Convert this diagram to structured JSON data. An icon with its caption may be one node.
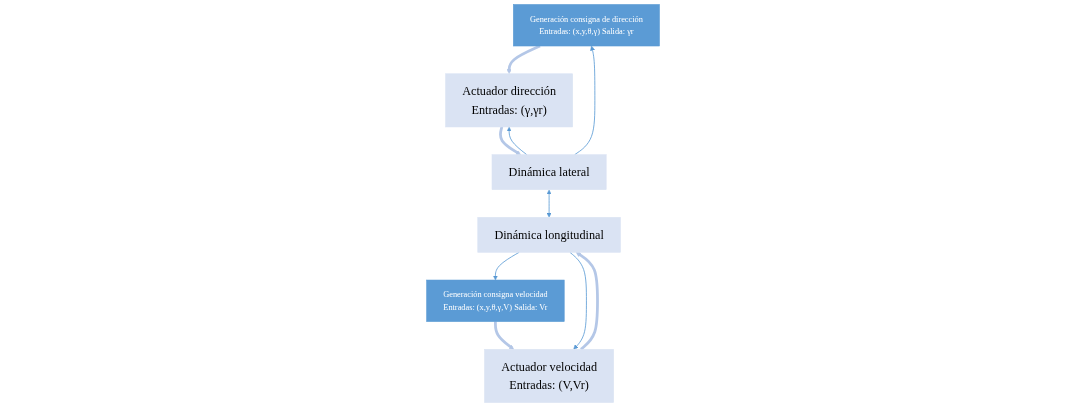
{
  "diagram": {
    "nodes": [
      {
        "text": [
          "Generación consigna de dirección",
          "Entradas: (x,y,θ,γ) Salida: γr"
        ]
      },
      {
        "text": [
          "Generación consigna velocidad",
          "Entradas: (x,y,θ,γ,V) Salida: Vr"
        ]
      },
      {
        "text": [
          "Actuador dirección",
          "Entradas: (γ,γr)"
        ]
      },
      {
        "text": [
          "Actuador velocidad",
          "Entradas: (V,Vr)"
        ]
      },
      {
        "text": [
          "Dinámica lateral"
        ]
      },
      {
        "text": [
          "Dinámica longitudinal"
        ]
      }
    ],
    "edges": [
      {
        "from": 0,
        "to": 2,
        "arrow": "to",
        "style": "thick",
        "color": "#b4c7e7"
      },
      {
        "from": 2,
        "to": 4,
        "arrow": "to",
        "style": "thick",
        "color": "#b4c7e7"
      },
      {
        "from": 1,
        "to": 3,
        "arrow": "to",
        "style": "thick",
        "color": "#b4c7e7"
      },
      {
        "from": 3,
        "to": 5,
        "arrow": "to",
        "style": "thick",
        "color": "#b4c7e7"
      },
      {
        "from": 4,
        "to": 5,
        "arrow": "both"
      },
      {
        "from": 4,
        "to": 0,
        "arrow": "to"
      },
      {
        "from": 4,
        "to": 2,
        "arrow": "to"
      },
      {
        "from": 5,
        "to": 1,
        "arrow": "to"
      },
      {
        "from": 5,
        "to": 3,
        "arrow": "to"
      }
    ]
  }
}
